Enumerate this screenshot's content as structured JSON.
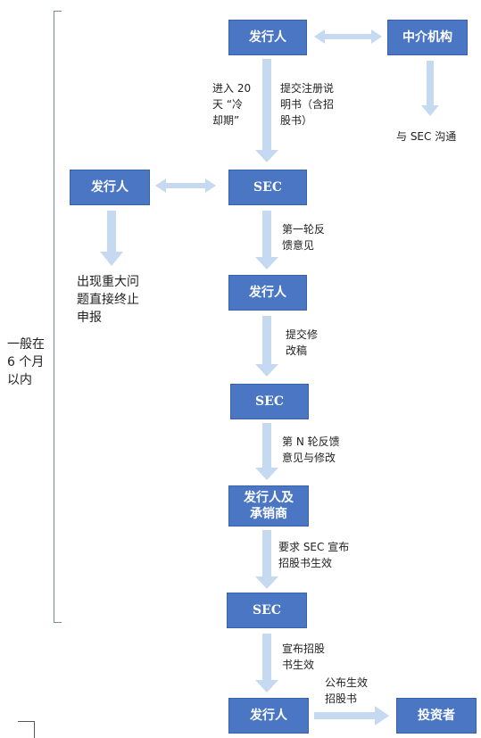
{
  "nodes": {
    "issuer_top": "发行人",
    "intermediary": "中介机构",
    "issuer_left": "发行人",
    "sec_1": "SEC",
    "issuer_2": "发行人",
    "sec_2": "SEC",
    "issuer_underwriter": [
      "发行人及",
      "承销商"
    ],
    "sec_3": "SEC",
    "issuer_bottom": "发行人",
    "investors": "投资者"
  },
  "labels": {
    "cooling_period": [
      "进入 20",
      "天 “冷",
      "却期”"
    ],
    "submit_registration": [
      "提交注册说",
      "明书（含招",
      "股书）"
    ],
    "communicate_sec": "与 SEC 沟通",
    "first_feedback": [
      "第一轮反",
      "馈意见"
    ],
    "termination": [
      "出现重大问",
      "题直接终止",
      "申报"
    ],
    "submit_revision": [
      "提交修",
      "改稿"
    ],
    "nth_feedback": [
      "第 N 轮反馈",
      "意见与修改"
    ],
    "request_effective": [
      "要求 SEC 宣布",
      "招股书生效"
    ],
    "declare_effective": [
      "宣布招股",
      "书生效"
    ],
    "publish_prospectus": [
      "公布生效",
      "招股书"
    ],
    "timeframe": [
      "一般在",
      "6 个月",
      "以内"
    ]
  },
  "colors": {
    "box_fill": "#4a76c4",
    "arrow_fill": "#c5d9f1"
  }
}
